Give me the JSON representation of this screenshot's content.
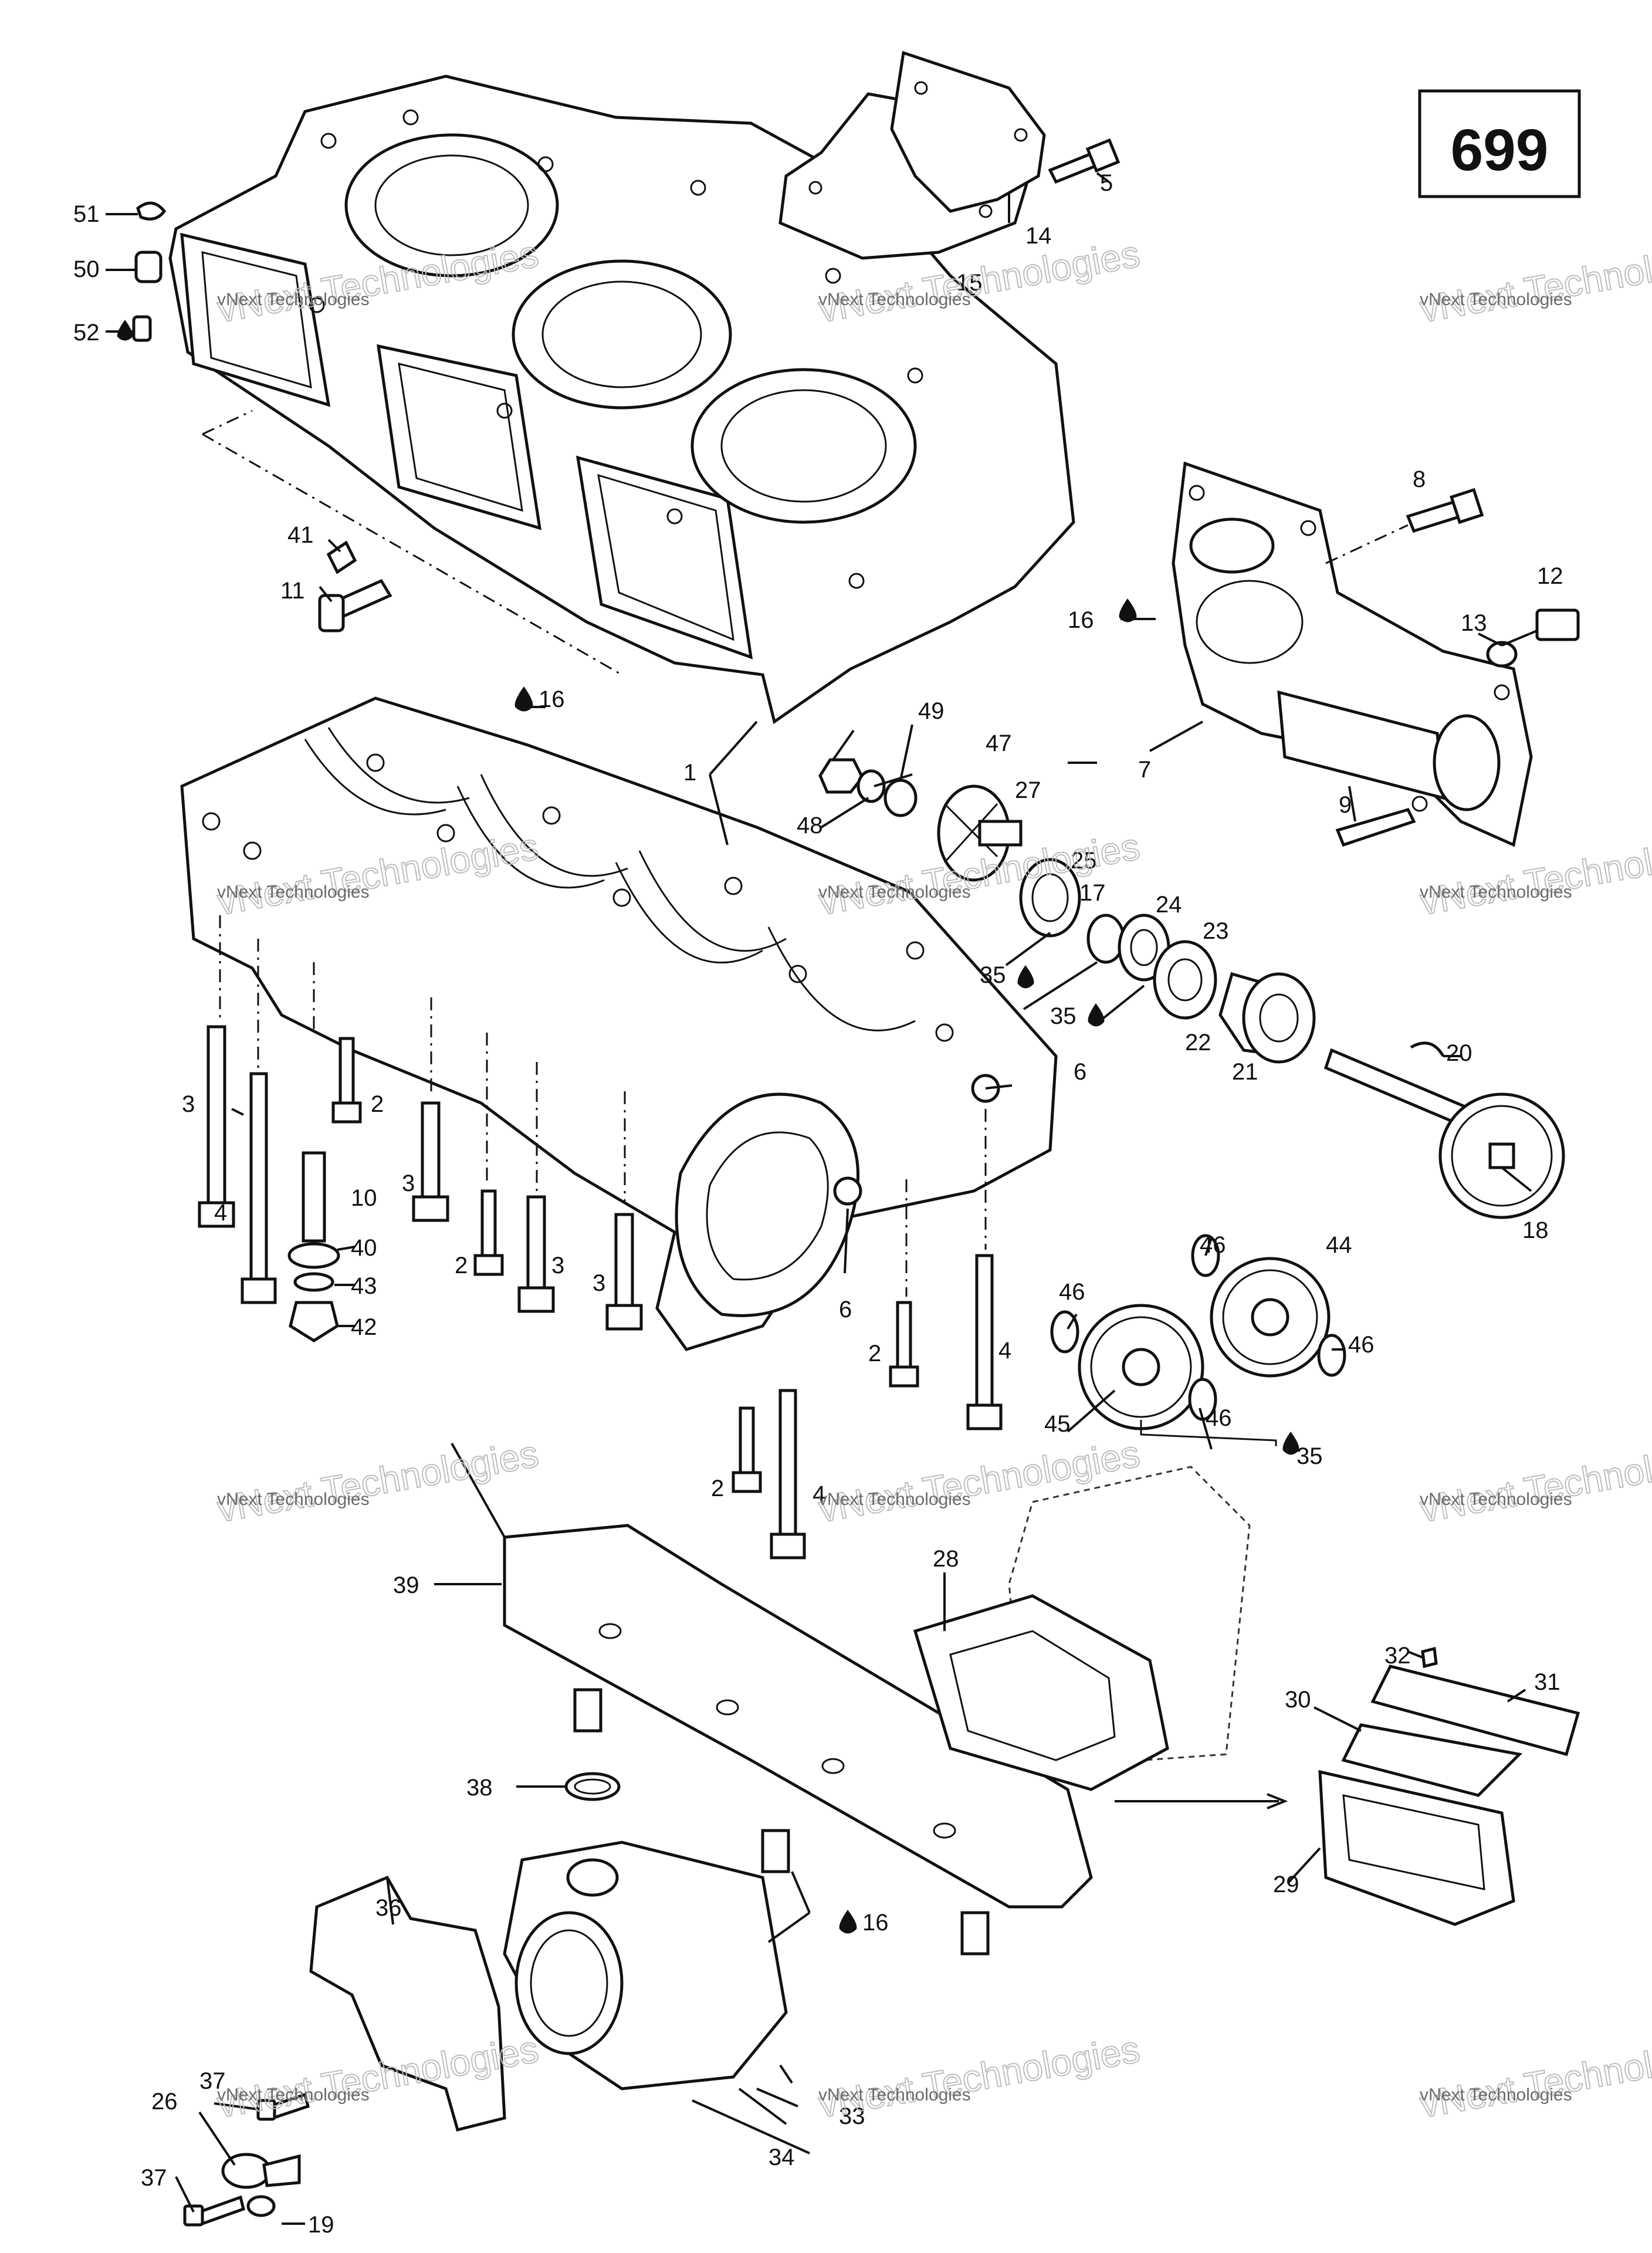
{
  "page_number": "699",
  "watermark": {
    "line1": "vNext Technologies",
    "line2": "vNext\nTechnologies"
  },
  "callouts": [
    "1",
    "2",
    "3",
    "4",
    "5",
    "6",
    "7",
    "8",
    "9",
    "10",
    "11",
    "12",
    "13",
    "14",
    "15",
    "16",
    "17",
    "18",
    "19",
    "20",
    "21",
    "22",
    "23",
    "24",
    "25",
    "26",
    "27",
    "28",
    "29",
    "30",
    "31",
    "32",
    "33",
    "34",
    "35",
    "36",
    "37",
    "38",
    "39",
    "40",
    "41",
    "42",
    "43",
    "44",
    "45",
    "46",
    "47",
    "48",
    "49",
    "50",
    "51",
    "52"
  ],
  "icons": [
    "drop-icon"
  ]
}
